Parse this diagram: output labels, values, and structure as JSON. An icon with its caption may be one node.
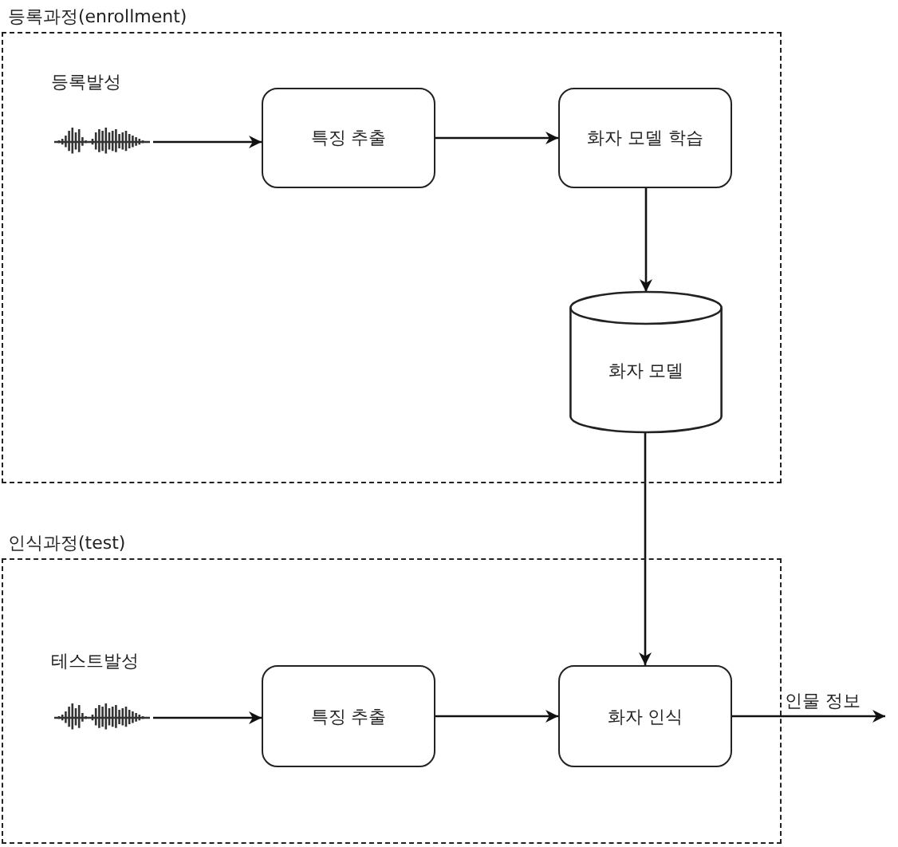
{
  "diagram": {
    "nodes": [
      {
        "text": [
          "등록과정(enrollment)"
        ]
      },
      {
        "text": [
          "등록발성"
        ],
        "in": 0
      },
      {
        "text": [
          "특징 추출"
        ],
        "in": 0
      },
      {
        "text": [
          "화자 모델 학습"
        ],
        "in": 0
      },
      {
        "text": [
          "화자 모델"
        ],
        "in": 0
      },
      {
        "text": [
          "인식과정(test)"
        ]
      },
      {
        "text": [
          "테스트발성"
        ],
        "in": 5
      },
      {
        "text": [
          "특징 추출"
        ],
        "in": 5
      },
      {
        "text": [
          "화자 인식"
        ],
        "in": 5
      }
    ],
    "edges": [
      {
        "from": 1,
        "to": 2,
        "arrow": "to"
      },
      {
        "from": 2,
        "to": 3,
        "arrow": "to"
      },
      {
        "from": 3,
        "to": 4,
        "arrow": "to"
      },
      {
        "from": 4,
        "to": 8,
        "arrow": "to"
      },
      {
        "from": 6,
        "to": 7,
        "arrow": "to"
      },
      {
        "from": 7,
        "to": 8,
        "arrow": "to"
      },
      {
        "from": 8,
        "to": null,
        "arrow": "to",
        "label": "인물 정보"
      }
    ]
  }
}
